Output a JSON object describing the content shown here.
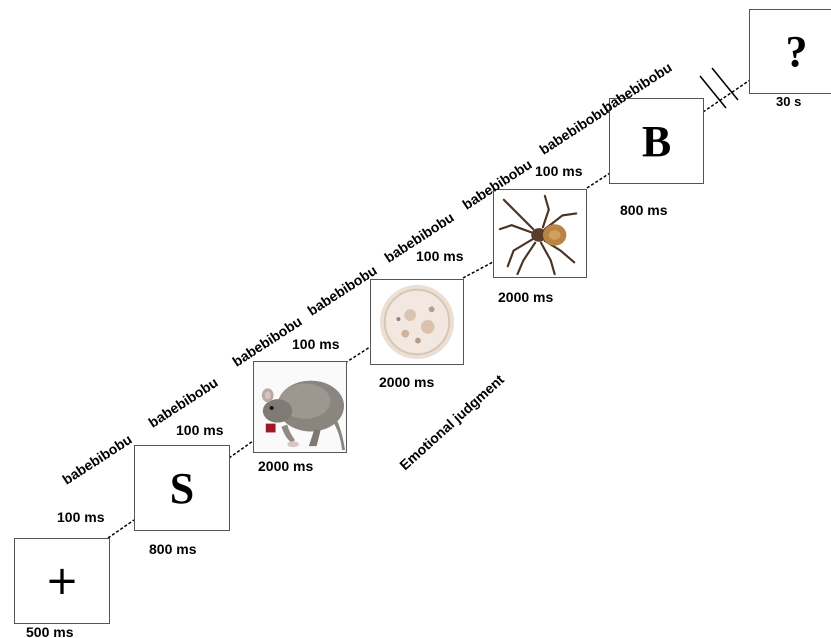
{
  "fixation": {
    "symbol": "+",
    "duration": "500 ms"
  },
  "letter_s": {
    "symbol": "S",
    "duration": "800 ms",
    "isi": "100 ms"
  },
  "rat_image": {
    "duration": "2000 ms",
    "isi": "100 ms"
  },
  "dish_image": {
    "duration": "2000 ms",
    "isi": "100 ms"
  },
  "spider_image": {
    "duration": "2000 ms",
    "isi": "100 ms"
  },
  "letter_b": {
    "symbol": "B",
    "duration": "800 ms",
    "isi": "100 ms"
  },
  "question": {
    "symbol": "?",
    "duration": "30 s"
  },
  "pseudowords": {
    "w1": "babebibobu",
    "w2": "babebibobu",
    "w3": "babebibobu",
    "w4": "babebibobu",
    "w5": "babebibobu",
    "w6": "babebibobu",
    "w7": "babebibobu",
    "w8": "babebibobu"
  },
  "task_label": "Emotional judgment"
}
